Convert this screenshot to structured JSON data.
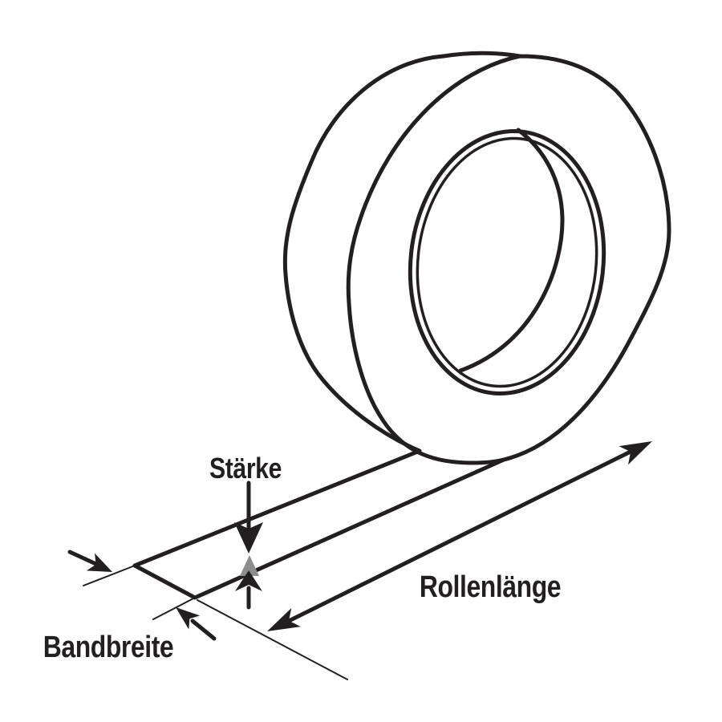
{
  "diagram": {
    "description": "Technical line drawing of a roll of adhesive tape with three dimension annotations",
    "labels": {
      "thickness": "Stärke",
      "roll_length": "Rollenlänge",
      "band_width": "Bandbreite"
    },
    "annotations": [
      {
        "label": "Stärke",
        "meaning": "tape thickness",
        "style": "two opposing vertical arrows converging on the unrolled strip"
      },
      {
        "label": "Rollenlänge",
        "meaning": "roll length",
        "style": "double-headed arrow along the unrolled strip"
      },
      {
        "label": "Bandbreite",
        "meaning": "tape width",
        "style": "two opposing arrows at the cut end of the strip"
      }
    ],
    "colors": {
      "ink": "#231f20",
      "muted": "#8d8d8d",
      "background": "#ffffff"
    }
  }
}
